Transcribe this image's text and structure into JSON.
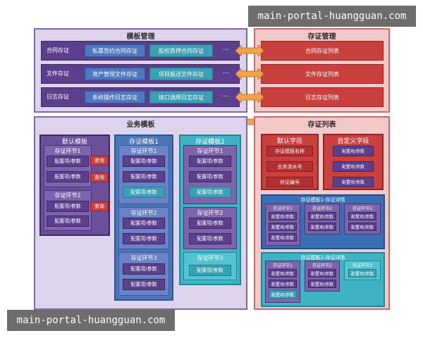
{
  "watermark_top": "main-portal-huangguan.com",
  "watermark_bottom": "main-portal-huangguan.com",
  "template_mgmt": {
    "title": "模板管理",
    "rows": [
      {
        "label": "合同存证",
        "chips": [
          "私募签约合同存证",
          "股权质押合同存证"
        ],
        "more": "..."
      },
      {
        "label": "文件存证",
        "chips": [
          "资产管理文件存证",
          "项目报送文件存证"
        ],
        "more": "..."
      },
      {
        "label": "日志存证",
        "chips": [
          "系统操作日志存证",
          "接口调用日志存证"
        ],
        "more": "..."
      }
    ]
  },
  "evidence_mgmt": {
    "title": "存证管理",
    "rows": [
      "合同存证列表",
      "文件存证列表",
      "日志存证列表"
    ]
  },
  "business_templates": {
    "title": "业务模板",
    "default": {
      "title": "默认模板",
      "sections": [
        {
          "title": "存证环节1",
          "items": [
            "配置项/参数",
            "配置项/参数"
          ],
          "queries": [
            "查询",
            "查询"
          ]
        },
        {
          "title": "存证环节2",
          "items": [
            "配置项/参数",
            "配置项/参数"
          ],
          "queries": [
            "查询"
          ]
        }
      ]
    },
    "t1": {
      "title": "存证模板1",
      "sections": [
        {
          "title": "存证环节1",
          "items": [
            "配置项/参数",
            "配置项/参数",
            "配置项/参数"
          ]
        },
        {
          "title": "存证环节2",
          "items": [
            "配置项/参数",
            "配置项/参数"
          ]
        },
        {
          "title": "存证环节3",
          "items": [
            "配置项/参数",
            "配置项/参数"
          ]
        }
      ]
    },
    "t2": {
      "title": "存证模板2",
      "sections": [
        {
          "title": "存证环节1",
          "items": [
            "配置项/参数",
            "配置项/参数",
            "配置项/参数"
          ]
        },
        {
          "title": "存证环节2",
          "items": [
            "配置项/参数",
            "配置项/参数"
          ]
        },
        {
          "title": "存证环节3",
          "items": [
            "配置项/参数"
          ]
        }
      ]
    }
  },
  "evidence_list": {
    "title": "存证列表",
    "default_fields": {
      "title": "默认字段",
      "items": [
        "存证模板名称",
        "业务流水号",
        "存证编号"
      ]
    },
    "custom_fields": {
      "title": "自定义字段",
      "items": [
        "配置项/参数",
        "配置项/参数",
        "配置项/参数"
      ]
    },
    "detail1": {
      "title": "存证模板1-存证详情",
      "sections": [
        {
          "title": "存证环节1",
          "items": [
            "配置项/参数",
            "配置项/参数",
            "配置项/参数"
          ]
        },
        {
          "title": "存证环节2",
          "items": [
            "配置项/参数",
            "配置项/参数"
          ]
        },
        {
          "title": "存证环节3",
          "items": [
            "配置项/参数",
            "配置项/参数"
          ]
        }
      ]
    },
    "detail2": {
      "title": "存证模板2-存证详情",
      "sections": [
        {
          "title": "存证环节1",
          "items": [
            "配置项/参数",
            "配置项/参数",
            "配置项/参数"
          ]
        },
        {
          "title": "存证环节2",
          "items": [
            "配置项/参数",
            "配置项/参数"
          ]
        },
        {
          "title": "存证环节3",
          "items": [
            "配置项/参数"
          ]
        }
      ]
    }
  }
}
